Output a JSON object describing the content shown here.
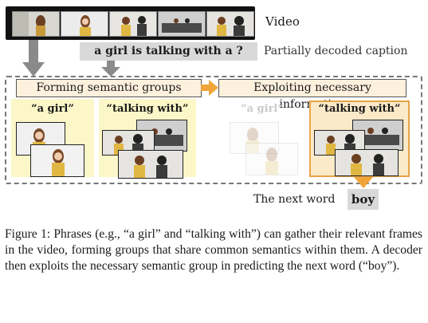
{
  "labels": {
    "video": "Video",
    "partially_decoded": "Partially decoded caption",
    "caption_prefix": "a girl is talking with a ?",
    "stage1": "Forming semantic groups",
    "stage2": "Exploiting necessary information",
    "group_a": "“a girl”",
    "group_b": "“talking with”",
    "group_a_faded": "“a girl”",
    "group_b_selected": "“talking with”",
    "next_word_label": "The next word",
    "next_word": "boy"
  },
  "colors": {
    "group_bg": "#fbf7c8",
    "selected_border": "#e9a347",
    "selected_bg": "#fbe9c8",
    "arrow_gray": "#8a8a8a",
    "arrow_orange": "#f0a43a"
  },
  "figure_caption": "Figure 1: Phrases (e.g., “a girl” and “talking with”) can gather their relevant frames in the video, forming groups that share common semantics within them. A decoder then exploits the necessary semantic group in predicting the next word (“boy”)."
}
